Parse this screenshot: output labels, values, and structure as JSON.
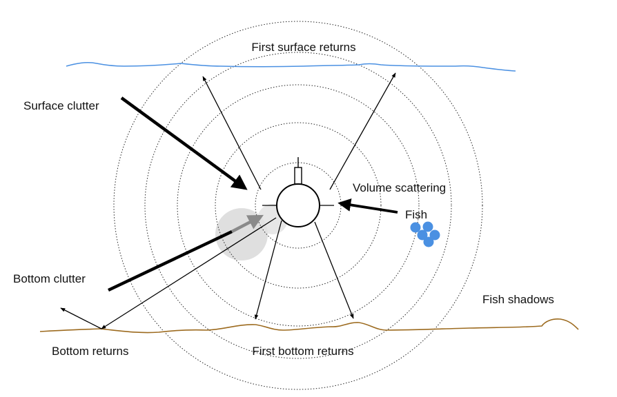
{
  "labels": {
    "first_surface_returns": "First surface returns",
    "surface_clutter": "Surface clutter",
    "volume_scattering": "Volume scattering",
    "fish": "Fish",
    "bottom_clutter": "Bottom clutter",
    "fish_shadows": "Fish shadows",
    "bottom_returns": "Bottom returns",
    "first_bottom_returns": "First bottom returns"
  },
  "colors": {
    "surface": "#4a90e2",
    "bottom": "#9c6a1e",
    "fish": "#4a90e2",
    "clutter_arrow": "#000000",
    "bottom_shadow": "#d9d9d9"
  }
}
